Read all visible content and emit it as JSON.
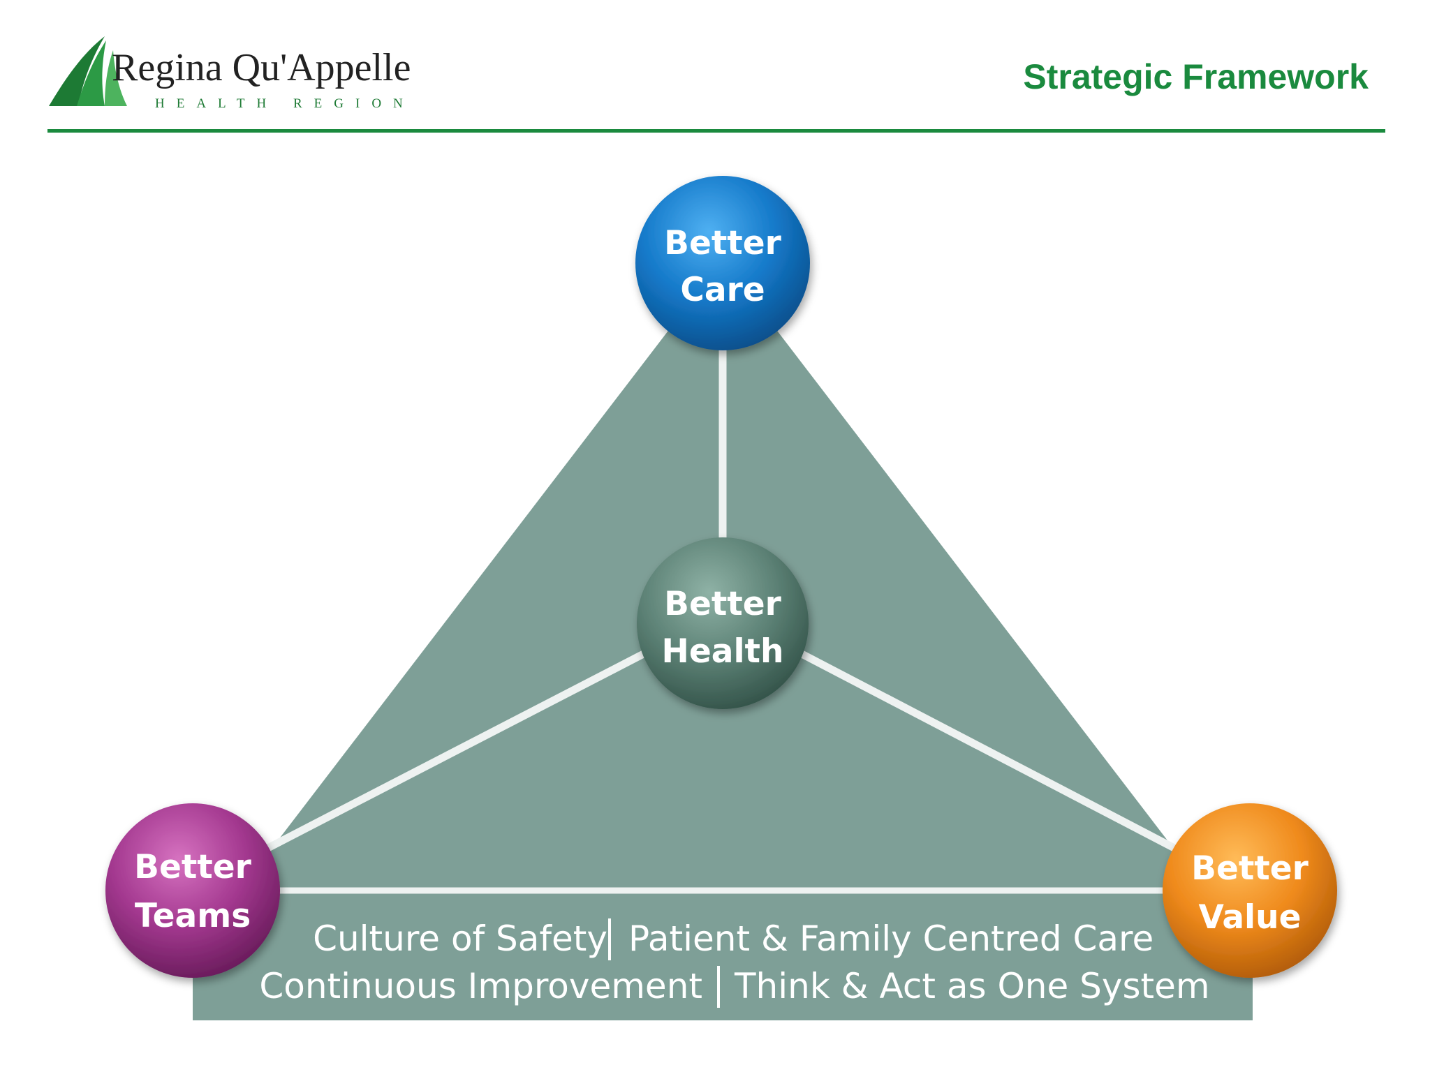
{
  "header": {
    "logo_name": "Regina Qu'Appelle",
    "logo_subtitle": "HEALTH REGION",
    "title": "Strategic Framework"
  },
  "colors": {
    "brand_green": "#1a8a3e",
    "triangle": "#7e9f97",
    "care_blue": "#1479c9",
    "health_teal": "#5d8276",
    "teams_purple": "#a3388f",
    "value_orange": "#ef8a1c"
  },
  "diagram": {
    "nodes": {
      "care": {
        "line1": "Better",
        "line2": "Care"
      },
      "health": {
        "line1": "Better",
        "line2": "Health"
      },
      "teams": {
        "line1": "Better",
        "line2": "Teams"
      },
      "value": {
        "line1": "Better",
        "line2": "Value"
      }
    },
    "values_banner": {
      "row1": [
        "Culture of Safety",
        "Patient & Family Centred Care"
      ],
      "row2": [
        "Continuous Improvement",
        "Think & Act as One System"
      ]
    }
  }
}
